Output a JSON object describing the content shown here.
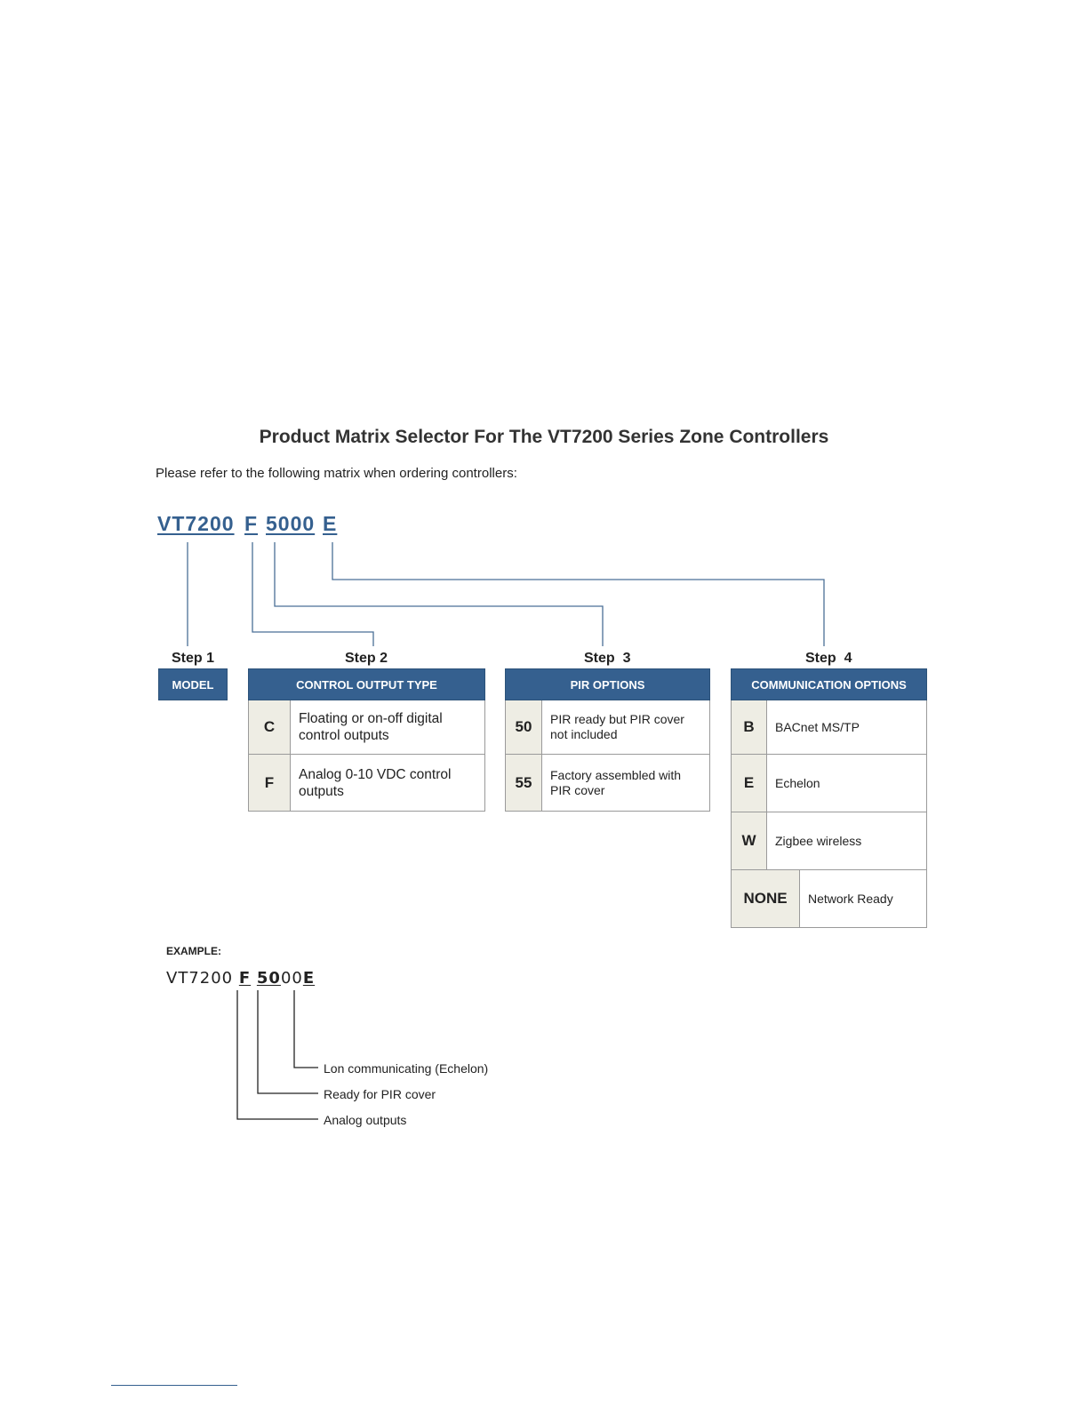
{
  "title": "Product Matrix Selector For The VT7200 Series Zone Controllers",
  "intro": "Please refer to the following matrix when ordering controllers:",
  "code": {
    "model": "VT7200",
    "output": "F",
    "pir": "5000",
    "comm": "E"
  },
  "steps": {
    "step1": {
      "label": "Step 1",
      "header": "MODEL"
    },
    "step2": {
      "label": "Step 2",
      "header": "CONTROL OUTPUT TYPE",
      "rows": [
        {
          "key": "C",
          "desc": "Floating or on-off digital control outputs"
        },
        {
          "key": "F",
          "desc": "Analog 0-10 VDC control outputs"
        }
      ]
    },
    "step3": {
      "label": "Step  3",
      "header": "PIR OPTIONS",
      "rows": [
        {
          "key": "50",
          "desc": "PIR ready but PIR cover not included"
        },
        {
          "key": "55",
          "desc": "Factory assembled with PIR cover"
        }
      ]
    },
    "step4": {
      "label": "Step  4",
      "header": "COMMUNICATION OPTIONS",
      "rows": [
        {
          "key": "B",
          "desc": "BACnet MS/TP"
        },
        {
          "key": "E",
          "desc": "Echelon"
        },
        {
          "key": "W",
          "desc": "Zigbee wireless"
        },
        {
          "key": "NONE",
          "desc": "Network Ready"
        }
      ]
    }
  },
  "example": {
    "label": "EXAMPLE:",
    "code_prefix": "VT7200 ",
    "code_f": "F",
    "code_space": " ",
    "code_50": "50",
    "code_00": "00",
    "code_e": "E",
    "legend": {
      "comm": "Lon communicating (Echelon)",
      "pir": "Ready for PIR cover",
      "output": "Analog outputs"
    }
  },
  "colors": {
    "header_bg": "#35608f",
    "key_bg": "#eeede4",
    "border": "#9a9a9a"
  }
}
